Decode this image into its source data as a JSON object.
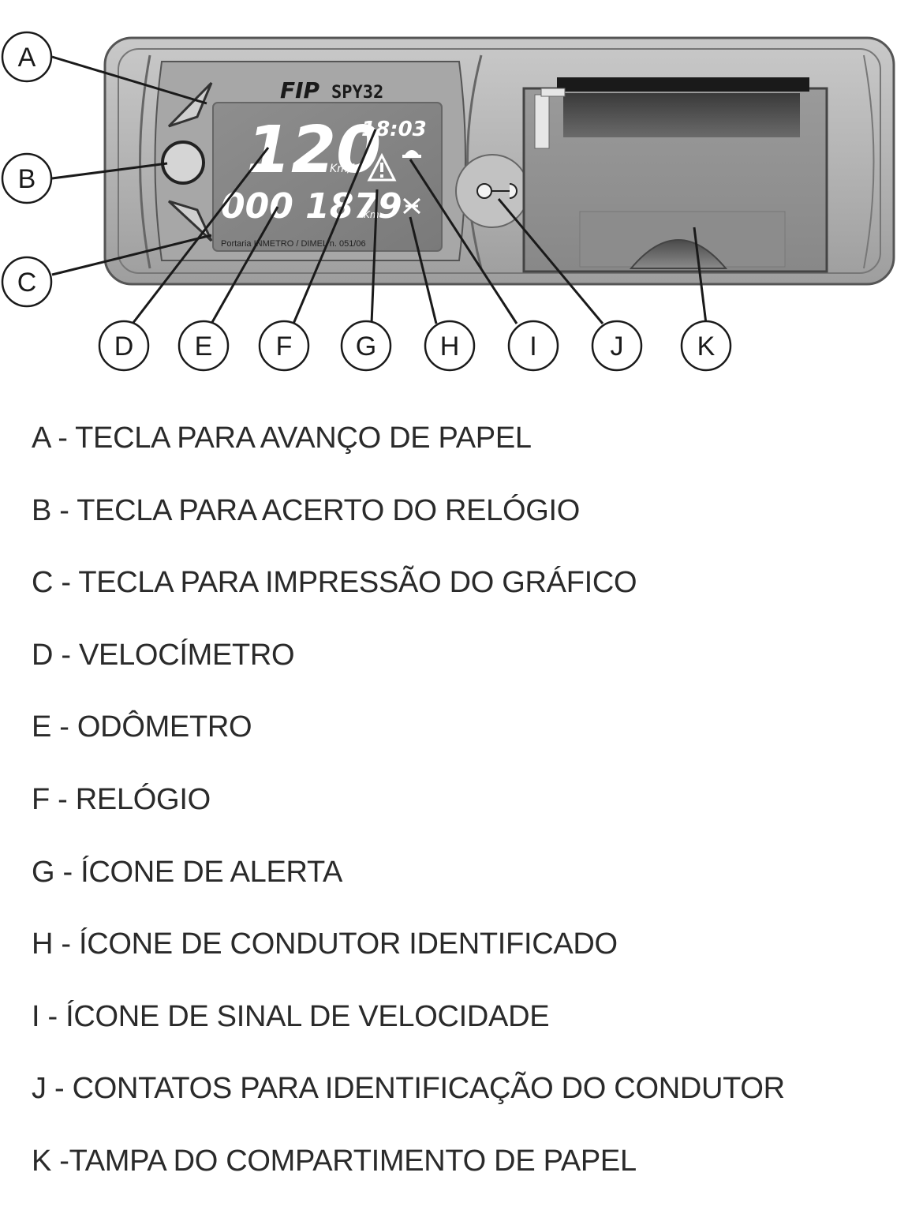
{
  "device": {
    "brand": "FIP",
    "model": "SPY32",
    "lcd": {
      "speed": "120",
      "speed_unit": "Km/h",
      "odometer": "000 1879",
      "odometer_unit": "Km",
      "clock": "18:03",
      "footer": "Portaria INMETRO / DIMEL n. 051/06"
    }
  },
  "callouts": [
    "A",
    "B",
    "C",
    "D",
    "E",
    "F",
    "G",
    "H",
    "I",
    "J",
    "K"
  ],
  "legend": [
    "A - TECLA PARA AVANÇO DE PAPEL",
    "B - TECLA PARA ACERTO DO RELÓGIO",
    "C - TECLA PARA IMPRESSÃO DO GRÁFICO",
    "D - VELOCÍMETRO",
    "E - ODÔMETRO",
    "F - RELÓGIO",
    "G - ÍCONE DE ALERTA",
    "H - ÍCONE DE CONDUTOR IDENTIFICADO",
    "I - ÍCONE DE SINAL DE VELOCIDADE",
    "J - CONTATOS PARA IDENTIFICAÇÃO DO CONDUTOR",
    "K -TAMPA DO COMPARTIMENTO DE PAPEL"
  ]
}
